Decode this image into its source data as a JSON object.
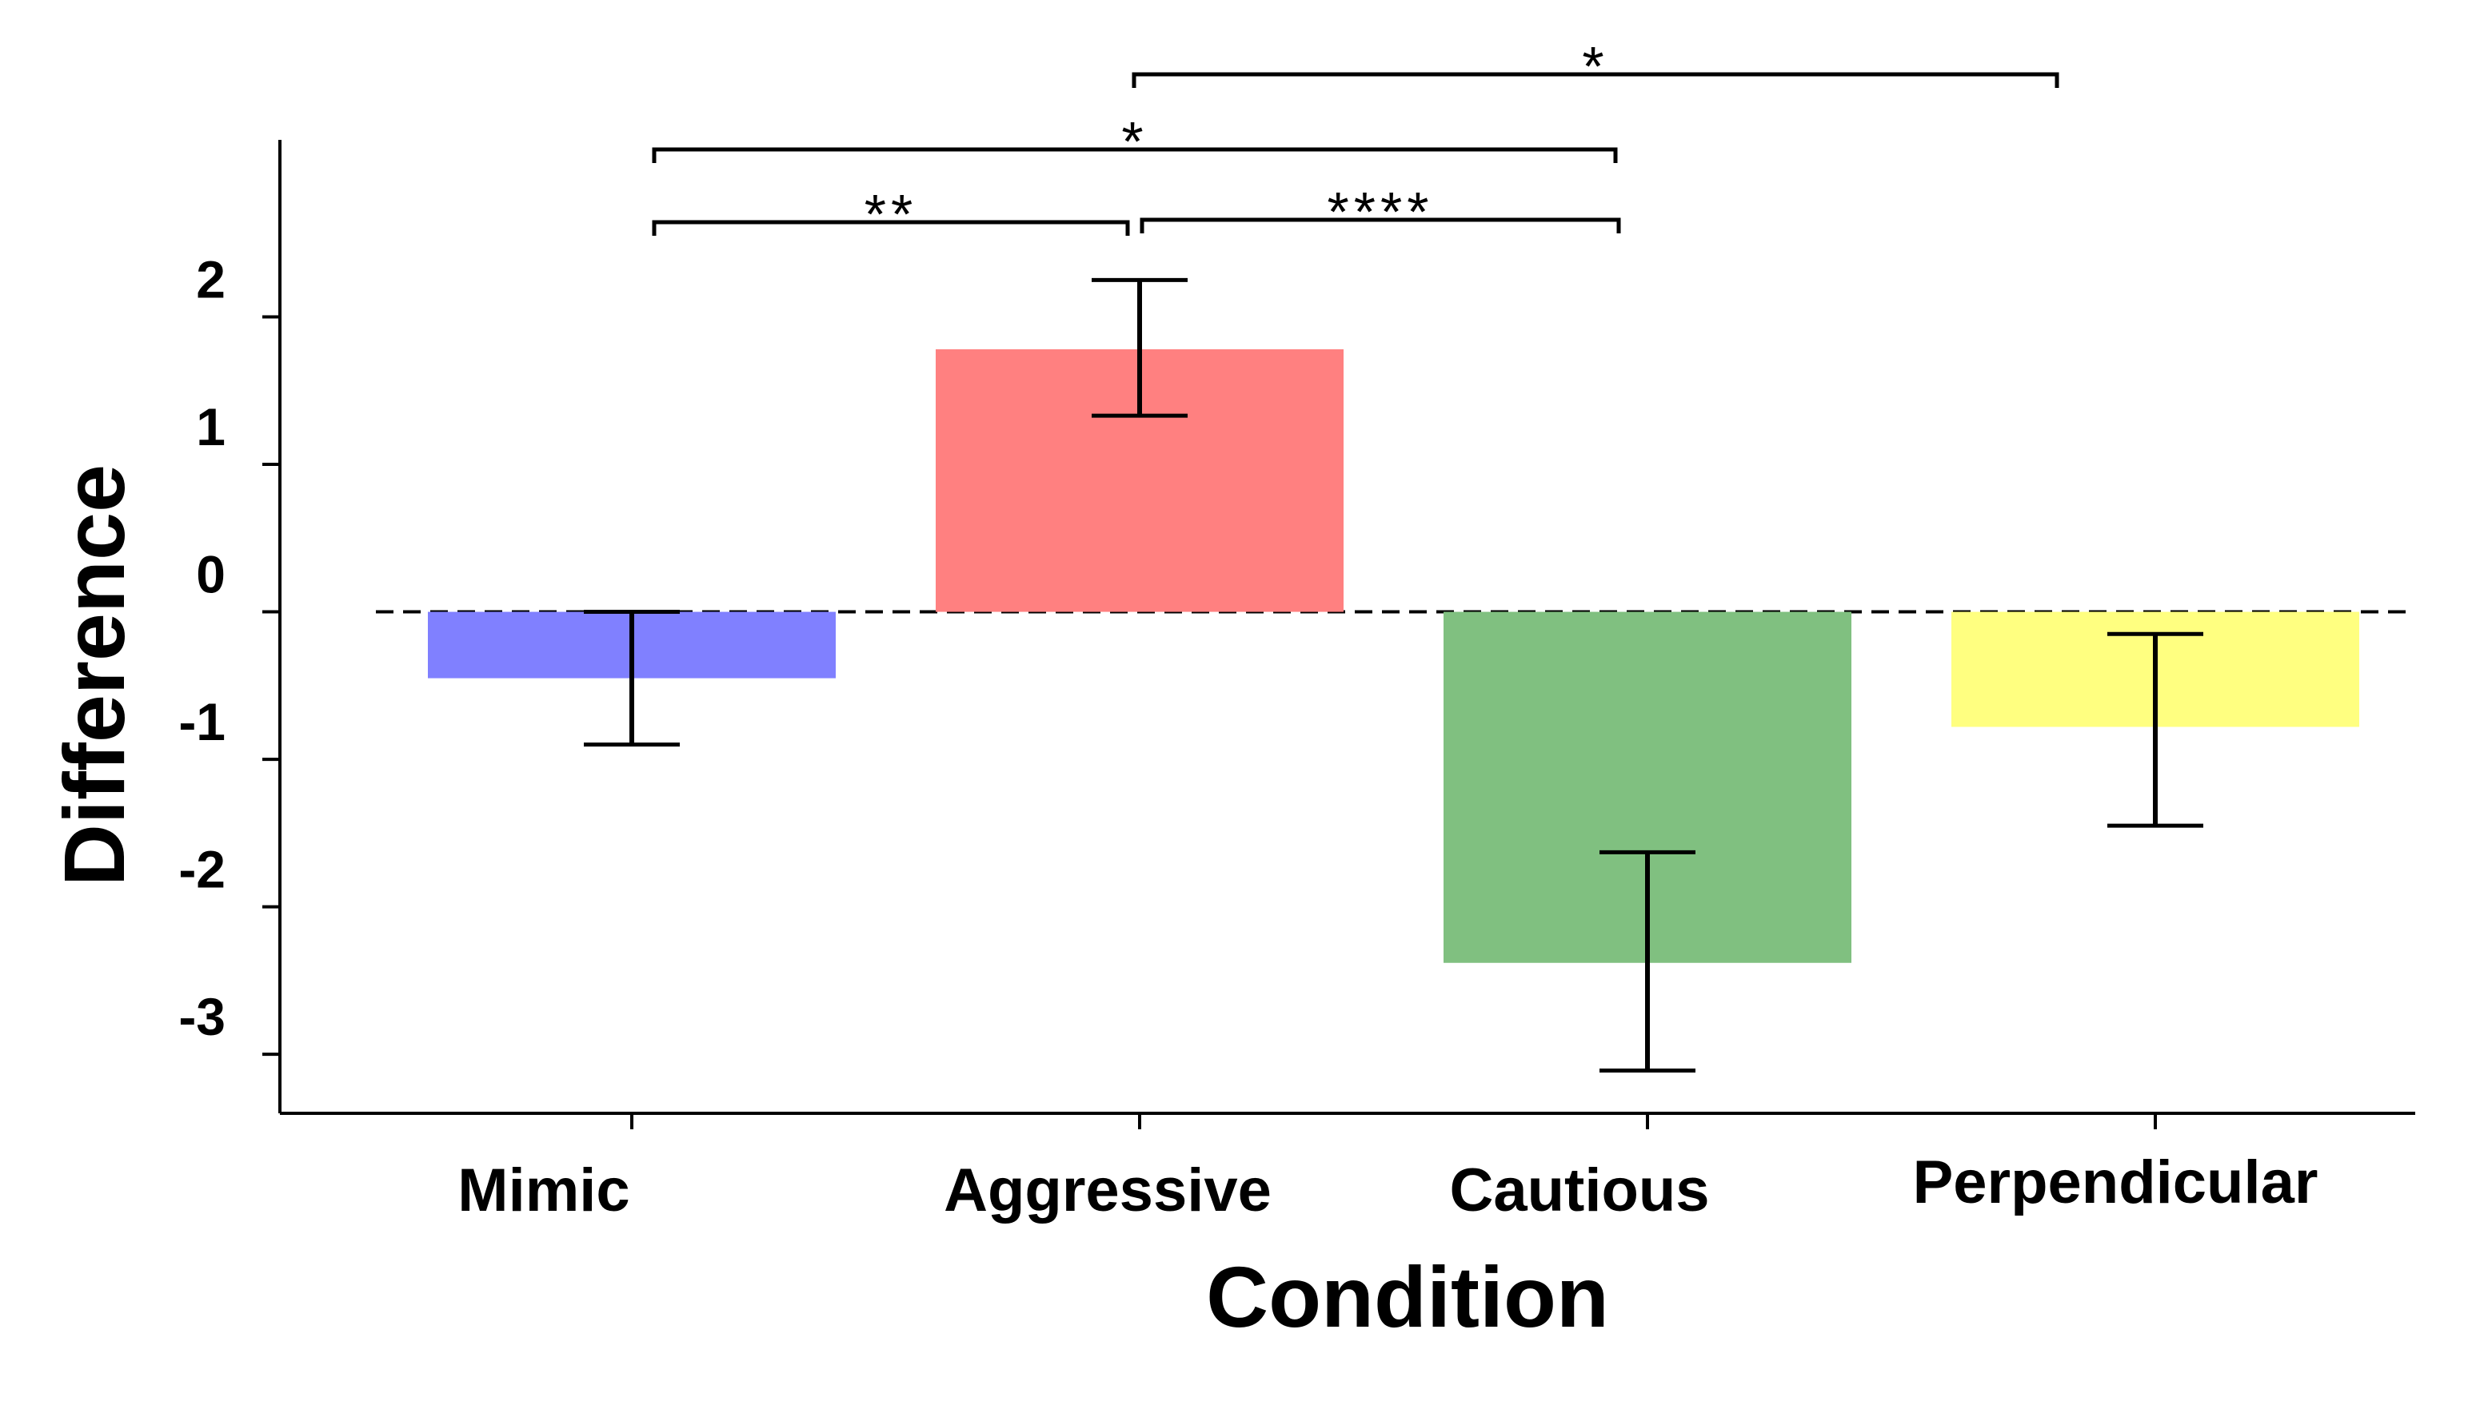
{
  "chart_data": {
    "type": "bar",
    "categories": [
      "Mimic",
      "Aggressive",
      "Cautious",
      "Perpendicular"
    ],
    "values": [
      -0.45,
      1.78,
      -2.38,
      -0.78
    ],
    "error_low": [
      -0.9,
      1.33,
      -3.11,
      -1.45
    ],
    "error_high": [
      0.0,
      2.25,
      -1.63,
      -0.15
    ],
    "colors": [
      "#8080ff",
      "#ff8080",
      "#80c080",
      "#ffff80"
    ],
    "xlabel": "Condition",
    "ylabel": "Difference",
    "ylim": [
      -3.4,
      3.2
    ],
    "yticks": [
      2,
      1,
      0,
      -1,
      -2,
      -3
    ],
    "yticks_text": [
      "2",
      "1",
      "0",
      "-1",
      "-2",
      "-3"
    ],
    "reference_line": 0,
    "grid": false,
    "significance": [
      {
        "from": "Mimic",
        "to": "Aggressive",
        "label": "**"
      },
      {
        "from": "Aggressive",
        "to": "Cautious",
        "label": "****"
      },
      {
        "from": "Mimic",
        "to": "Cautious",
        "label": "*"
      },
      {
        "from": "Aggressive",
        "to": "Perpendicular",
        "label": "*"
      }
    ]
  }
}
